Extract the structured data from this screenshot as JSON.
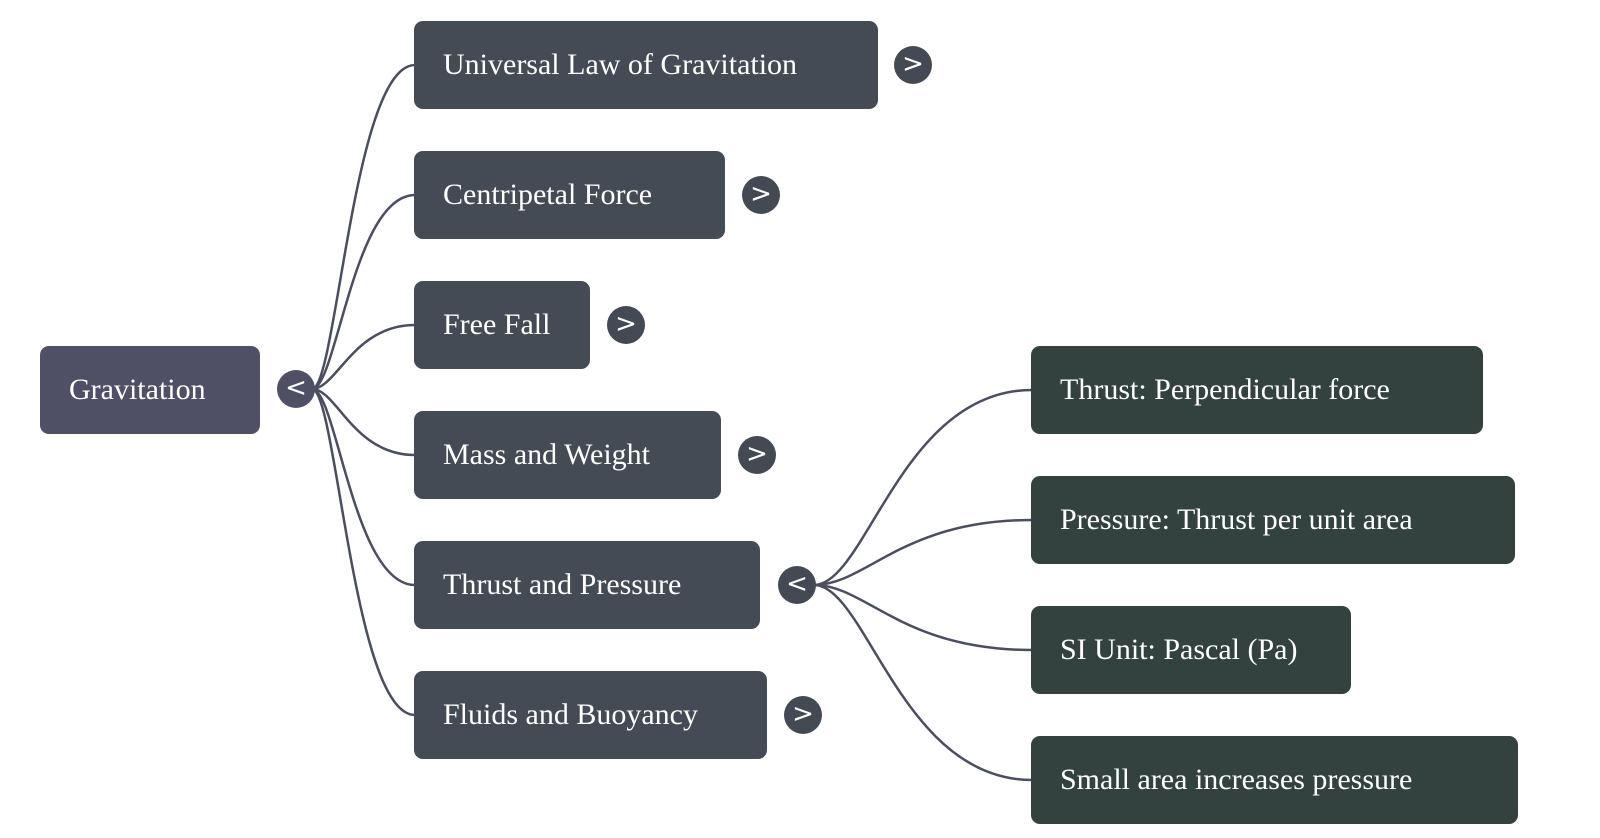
{
  "mindmap": {
    "root": {
      "label": "Gravitation",
      "toggle": "<",
      "expanded": true
    },
    "children": [
      {
        "label": "Universal Law of Gravitation",
        "toggle": ">",
        "expanded": false
      },
      {
        "label": "Centripetal Force",
        "toggle": ">",
        "expanded": false
      },
      {
        "label": "Free Fall",
        "toggle": ">",
        "expanded": false
      },
      {
        "label": "Mass and Weight",
        "toggle": ">",
        "expanded": false
      },
      {
        "label": "Thrust and Pressure",
        "toggle": "<",
        "expanded": true,
        "children": [
          {
            "label": "Thrust: Perpendicular force"
          },
          {
            "label": "Pressure: Thrust per unit area"
          },
          {
            "label": "SI Unit: Pascal (Pa)"
          },
          {
            "label": "Small area increases pressure"
          }
        ]
      },
      {
        "label": "Fluids and Buoyancy",
        "toggle": ">",
        "expanded": false
      }
    ],
    "colors": {
      "root": "#4f5066",
      "level1": "#444b55",
      "level2": "#33423f",
      "link": "#4a4e5e"
    }
  }
}
